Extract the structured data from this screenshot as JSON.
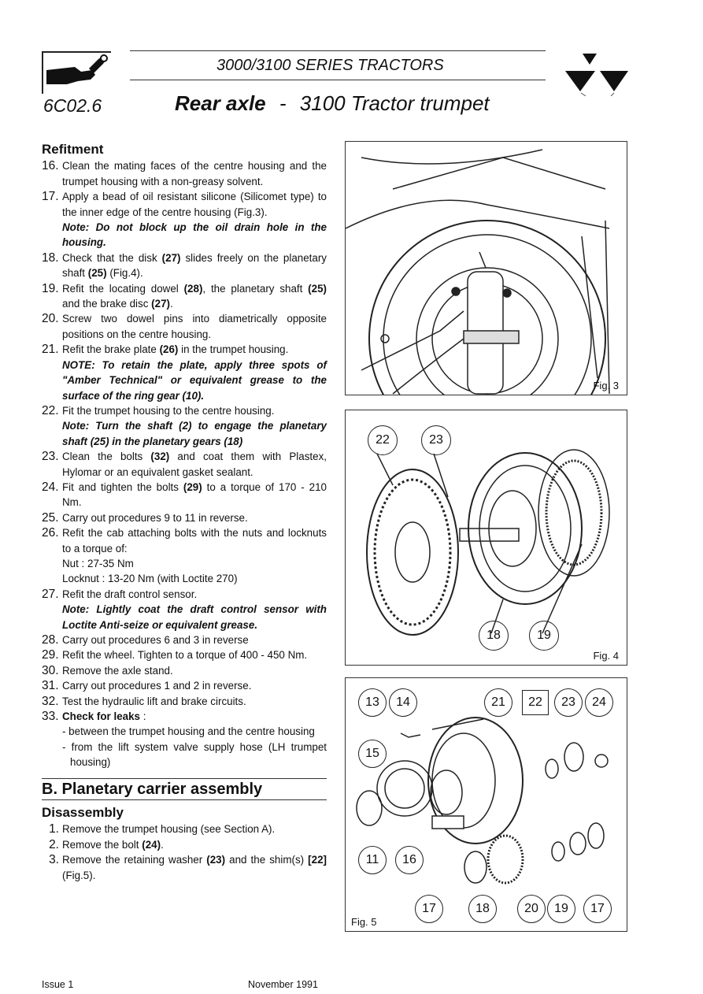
{
  "header": {
    "series": "3000/3100 SERIES TRACTORS",
    "doc_code": "6C02.6",
    "title_bold": "Rear axle",
    "title_dash": "-",
    "title_rest": "3100 Tractor trumpet"
  },
  "section_a": {
    "heading": "Refitment",
    "steps": [
      {
        "n": "16.",
        "text": "Clean the mating faces of the centre housing and the trumpet housing with a non-greasy solvent."
      },
      {
        "n": "17.",
        "text": "Apply a bead of oil resistant silicone (Silicomet type) to the inner edge of the centre housing (Fig.3).",
        "note": "Note: Do not block up the oil drain hole in the housing."
      },
      {
        "n": "18.",
        "text_a": "Check that the disk ",
        "ref_a": "(27)",
        "text_b": " slides freely on the planetary shaft ",
        "ref_b": "(25)",
        "text_c": " (Fig.4)."
      },
      {
        "n": "19.",
        "text_a": "Refit the locating dowel ",
        "ref_a": "(28)",
        "text_b": ", the planetary shaft ",
        "ref_b": "(25)",
        "text_c": " and the brake disc ",
        "ref_c": "(27)",
        "text_d": "."
      },
      {
        "n": "20.",
        "text": "Screw two dowel pins into diametrically opposite positions on the centre housing."
      },
      {
        "n": "21.",
        "text_a": "Refit the brake plate ",
        "ref_a": "(26)",
        "text_b": " in the trumpet housing.",
        "note": "NOTE: To retain the plate, apply three spots of \"Amber Technical\" or equivalent grease to the surface of the ring gear (10)."
      },
      {
        "n": "22.",
        "text": "Fit the trumpet housing to the centre housing.",
        "note": "Note: Turn the shaft (2) to engage the planetary shaft (25) in the planetary gears (18)"
      },
      {
        "n": "23.",
        "text_a": "Clean the bolts ",
        "ref_a": "(32)",
        "text_b": " and coat them with Plastex, Hylomar or an equivalent gasket sealant."
      },
      {
        "n": "24.",
        "text_a": "Fit and tighten the bolts ",
        "ref_a": "(29)",
        "text_b": " to a torque of 170 - 210 Nm."
      },
      {
        "n": "25.",
        "text": "Carry out procedures 9 to 11 in reverse."
      },
      {
        "n": "26.",
        "text": "Refit the cab attaching bolts with the nuts and locknuts to a torque of:",
        "line2": "Nut : 27-35 Nm",
        "line3": "Locknut : 13-20 Nm (with Loctite 270)"
      },
      {
        "n": "27.",
        "text": "Refit the draft control sensor.",
        "note": "Note: Lightly coat the draft control sensor with Loctite Anti-seize or equivalent grease."
      },
      {
        "n": "28.",
        "text": "Carry out procedures 6 and 3 in reverse"
      },
      {
        "n": "29.",
        "text": "Refit the wheel. Tighten to a torque of 400 - 450 Nm."
      },
      {
        "n": "30.",
        "text": "Remove the axle stand."
      },
      {
        "n": "31.",
        "text": "Carry out procedures 1 and 2 in reverse."
      },
      {
        "n": "32.",
        "text": "Test the hydraulic lift and brake circuits."
      },
      {
        "n": "33.",
        "text_bold": "Check for leaks",
        "text_after": " :",
        "line2": "- between the trumpet housing and the centre housing",
        "line3": "- from the lift system valve supply hose (LH trumpet housing)"
      }
    ]
  },
  "section_b": {
    "heading": "B. Planetary carrier assembly",
    "subheading": "Disassembly",
    "steps": [
      {
        "n": "1.",
        "text": "Remove the trumpet housing (see Section A)."
      },
      {
        "n": "2.",
        "text_a": "Remove the bolt ",
        "ref_a": "(24)",
        "text_b": "."
      },
      {
        "n": "3.",
        "text_a": "Remove the retaining washer ",
        "ref_a": "(23)",
        "text_b": " and the shim(s) ",
        "ref_b": "[22]",
        "text_c": " (Fig.5)."
      }
    ]
  },
  "figures": {
    "fig3": {
      "label": "Fig. 3"
    },
    "fig4": {
      "label": "Fig. 4",
      "callouts": [
        "22",
        "23",
        "18",
        "19"
      ]
    },
    "fig5": {
      "label": "Fig. 5",
      "callouts": [
        "13",
        "14",
        "21",
        "22",
        "23",
        "24",
        "15",
        "11",
        "16",
        "17",
        "18",
        "20",
        "19",
        "17"
      ]
    }
  },
  "footer": {
    "issue": "Issue 1",
    "date": "November 1991"
  }
}
